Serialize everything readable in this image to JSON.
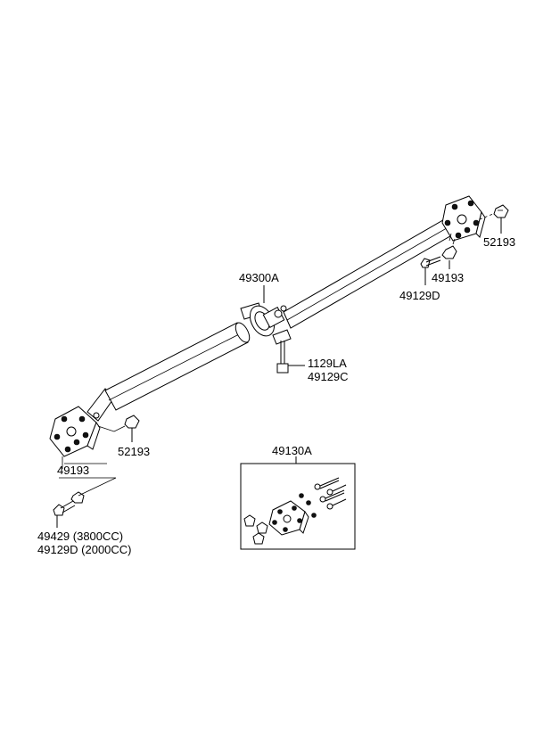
{
  "labels": {
    "nut_front": "52193",
    "nut_rear": "52193",
    "washer_front": "49193",
    "washer_rear": "49193",
    "bolt_3800": "49429 (3800CC)",
    "bolt_2000": "49129D (2000CC)",
    "bolt_rear": "49129D",
    "center_bearing": "49300A",
    "bracket_bolt": "1129LA",
    "bracket_part": "49129C",
    "coupling_kit": "49130A"
  }
}
